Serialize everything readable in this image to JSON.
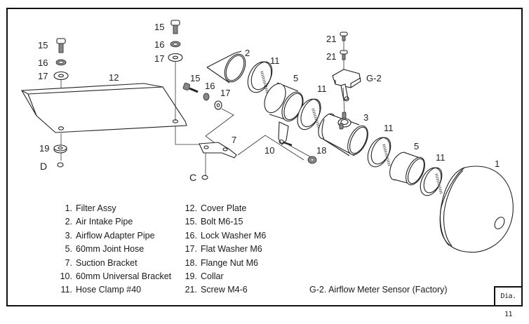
{
  "diagram": {
    "reference": "Dia. 11",
    "callouts": {
      "left_stack": [
        "15",
        "16",
        "17"
      ],
      "center_stack": [
        "15",
        "16",
        "17"
      ],
      "cover_plate": "12",
      "collar": "19",
      "point_d": "D",
      "point_c": "C",
      "air_intake_pipe": "2",
      "side_bolt": "15",
      "side_lock_washer": "16",
      "side_flat_washer": "17",
      "suction_bracket": "7",
      "universal_bracket": "10",
      "flange_nut": "18",
      "clamp_a": "11",
      "hose_a": "5",
      "clamp_b": "11",
      "screw_top": "21",
      "screw_bottom": "21",
      "sensor": "G-2",
      "adapter_pipe": "3",
      "clamp_c": "11",
      "hose_b": "5",
      "clamp_d": "11",
      "filter": "1"
    }
  },
  "parts_list": {
    "column1": [
      {
        "num": "1.",
        "name": "Filter Assy"
      },
      {
        "num": "2.",
        "name": "Air Intake Pipe"
      },
      {
        "num": "3.",
        "name": "Airflow Adapter Pipe"
      },
      {
        "num": "5.",
        "name": "60mm Joint Hose"
      },
      {
        "num": "7.",
        "name": "Suction Bracket"
      },
      {
        "num": "10.",
        "name": "60mm Universal Bracket"
      },
      {
        "num": "11.",
        "name": "Hose Clamp #40"
      }
    ],
    "column2": [
      {
        "num": "12.",
        "name": "Cover Plate"
      },
      {
        "num": "15.",
        "name": "Bolt M6-15"
      },
      {
        "num": "16.",
        "name": "Lock Washer M6"
      },
      {
        "num": "17.",
        "name": "Flat Washer M6"
      },
      {
        "num": "18.",
        "name": "Flange Nut M6"
      },
      {
        "num": "19.",
        "name": "Collar"
      },
      {
        "num": "21.",
        "name": "Screw M4-6"
      }
    ],
    "sensor_note": "G-2.  Airflow Meter Sensor (Factory)"
  }
}
